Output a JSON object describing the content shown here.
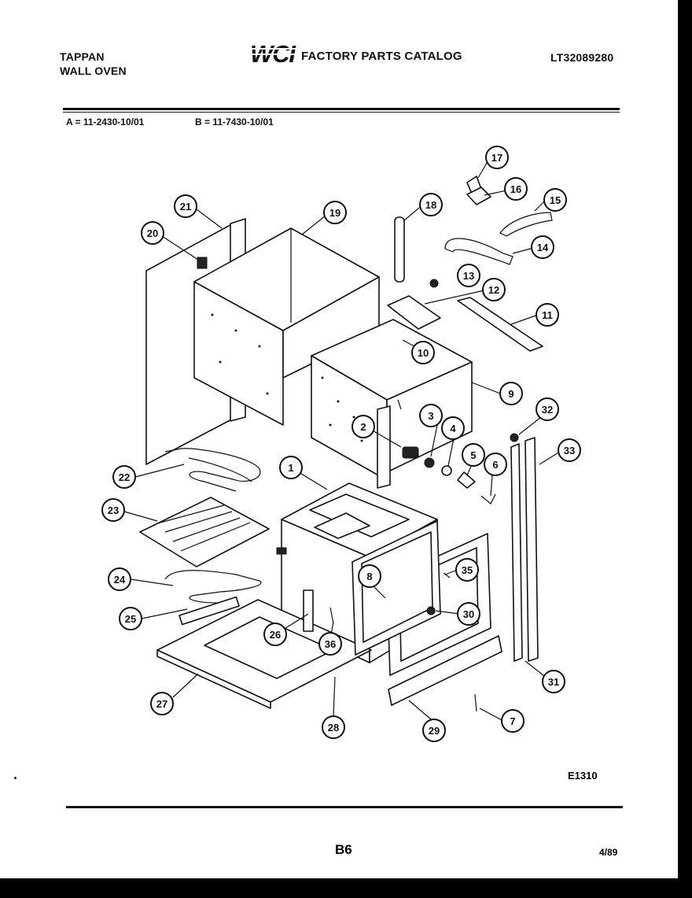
{
  "header": {
    "brand_line1": "TAPPAN",
    "brand_line2": "WALL OVEN",
    "logo_text": "WCI",
    "catalog_title": "FACTORY PARTS CATALOG",
    "model_number": "LT32089280"
  },
  "codes": {
    "a": "A = 11-2430-10/01",
    "b": "B = 11-7430-10/01"
  },
  "callouts": [
    "1",
    "2",
    "3",
    "4",
    "5",
    "6",
    "7",
    "8",
    "9",
    "10",
    "11",
    "12",
    "13",
    "14",
    "15",
    "16",
    "17",
    "18",
    "19",
    "20",
    "21",
    "22",
    "23",
    "24",
    "25",
    "26",
    "27",
    "28",
    "29",
    "30",
    "31",
    "32",
    "33",
    "35",
    "36"
  ],
  "footer": {
    "diagram_code": "E1310",
    "page_number": "B6",
    "date_code": "4/89"
  }
}
